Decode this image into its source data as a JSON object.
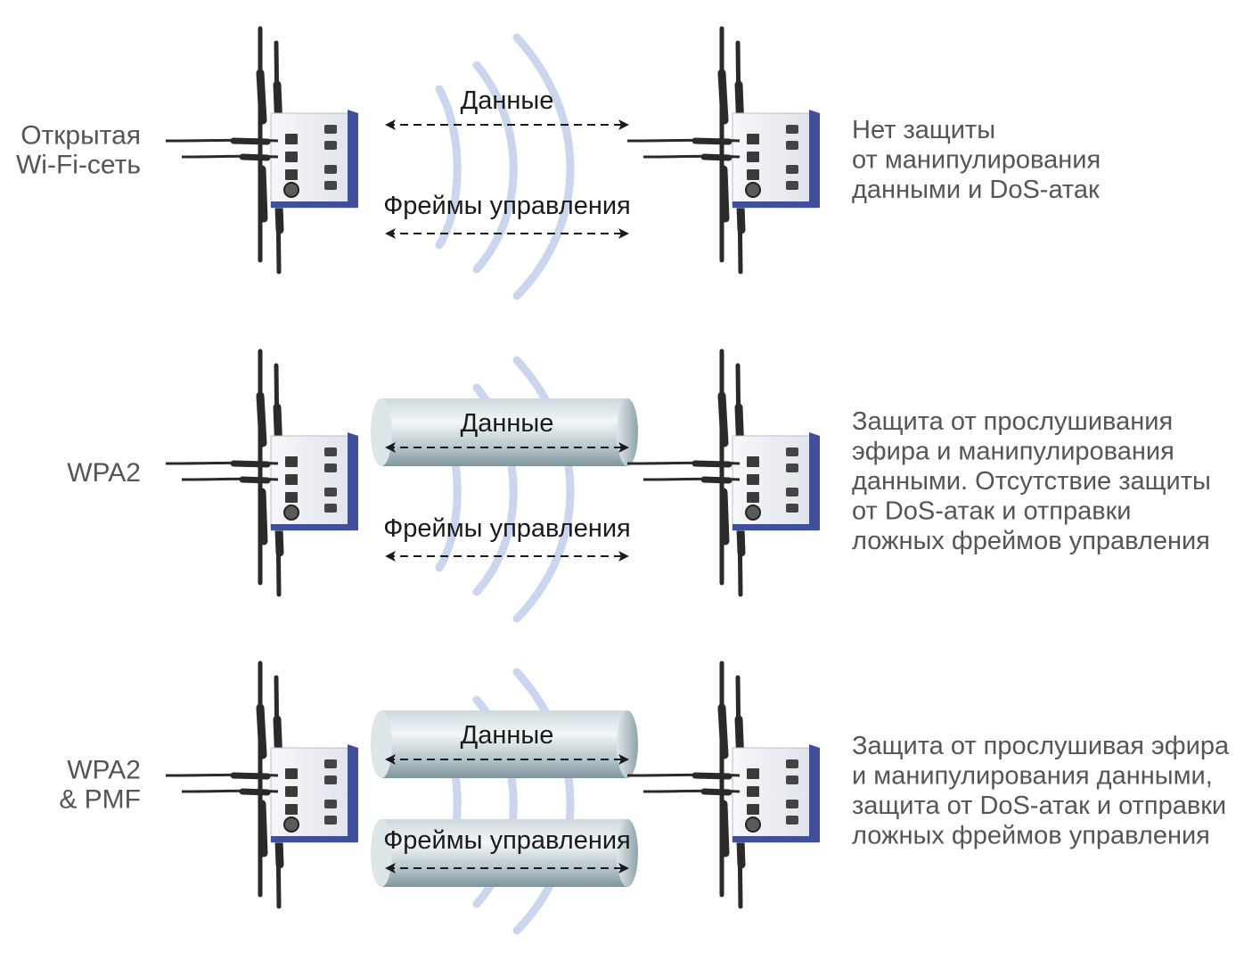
{
  "rows": [
    {
      "left_label": [
        "Открытая",
        "Wi-Fi-сеть"
      ],
      "channels": [
        {
          "label": "Данные",
          "tube": false
        },
        {
          "label": "Фреймы управления",
          "tube": false
        }
      ],
      "right_label": [
        "Нет защиты",
        "от манипулирования",
        "данными и DoS-атак"
      ]
    },
    {
      "left_label": [
        "WPA2"
      ],
      "channels": [
        {
          "label": "Данные",
          "tube": true
        },
        {
          "label": "Фреймы управления",
          "tube": false
        }
      ],
      "right_label": [
        "Защита от прослушивания",
        "эфира и манипулирования",
        "данными. Отсутствие защиты",
        "от DoS-атак и отправки",
        "ложных фреймов управления"
      ]
    },
    {
      "left_label": [
        "WPA2",
        "& PMF"
      ],
      "channels": [
        {
          "label": "Данные",
          "tube": true
        },
        {
          "label": "Фреймы управления",
          "tube": true
        }
      ],
      "right_label": [
        "Защита от прослушивая эфира",
        "и манипулирования данными,",
        "защита от DoS-атак и отправки",
        "ложных фреймов управления"
      ]
    }
  ],
  "colors": {
    "wave": "#c9d6ee",
    "tube_light": "#eef3f5",
    "tube_mid": "#a9bcc3",
    "tube_dark": "#7d949c",
    "device_body": "#eef0f4",
    "device_blue": "#3f4f9a",
    "antenna": "#2a2a2a",
    "label_text": "#555555",
    "arrow": "#1a1a1a"
  }
}
